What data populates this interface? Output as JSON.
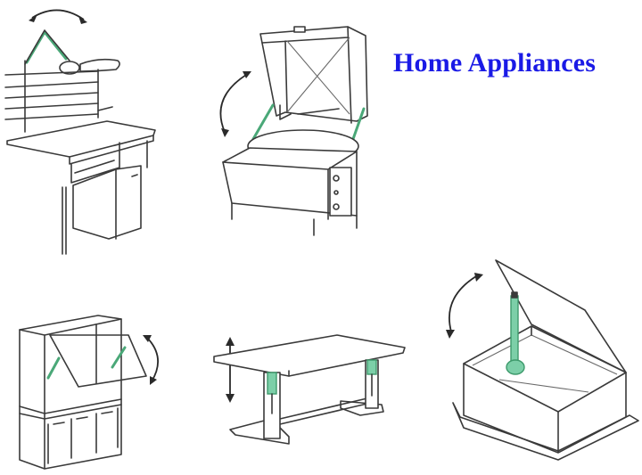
{
  "title": "Home Appliances",
  "colors": {
    "title": "#1a1ae6",
    "gas_spring": "#4aa878",
    "line": "#3a3a3a",
    "background": "#ffffff"
  },
  "illustrations": [
    {
      "id": "workbench-lamp",
      "description": "Workbench with articulated lamp arm",
      "motion": "rotate-arrow"
    },
    {
      "id": "tilting-kettle",
      "description": "Appliance with lift-up lid supported by gas springs",
      "motion": "rotate-arrow"
    },
    {
      "id": "wall-cabinet",
      "description": "Cabinet with lift-up flap door",
      "motion": "rotate-arrow"
    },
    {
      "id": "height-adjustable-table",
      "description": "Table with height-adjustable legs",
      "motion": "vertical-arrow"
    },
    {
      "id": "floor-hatch",
      "description": "Box hatch with lid and gas strut",
      "motion": "rotate-arrow"
    }
  ]
}
